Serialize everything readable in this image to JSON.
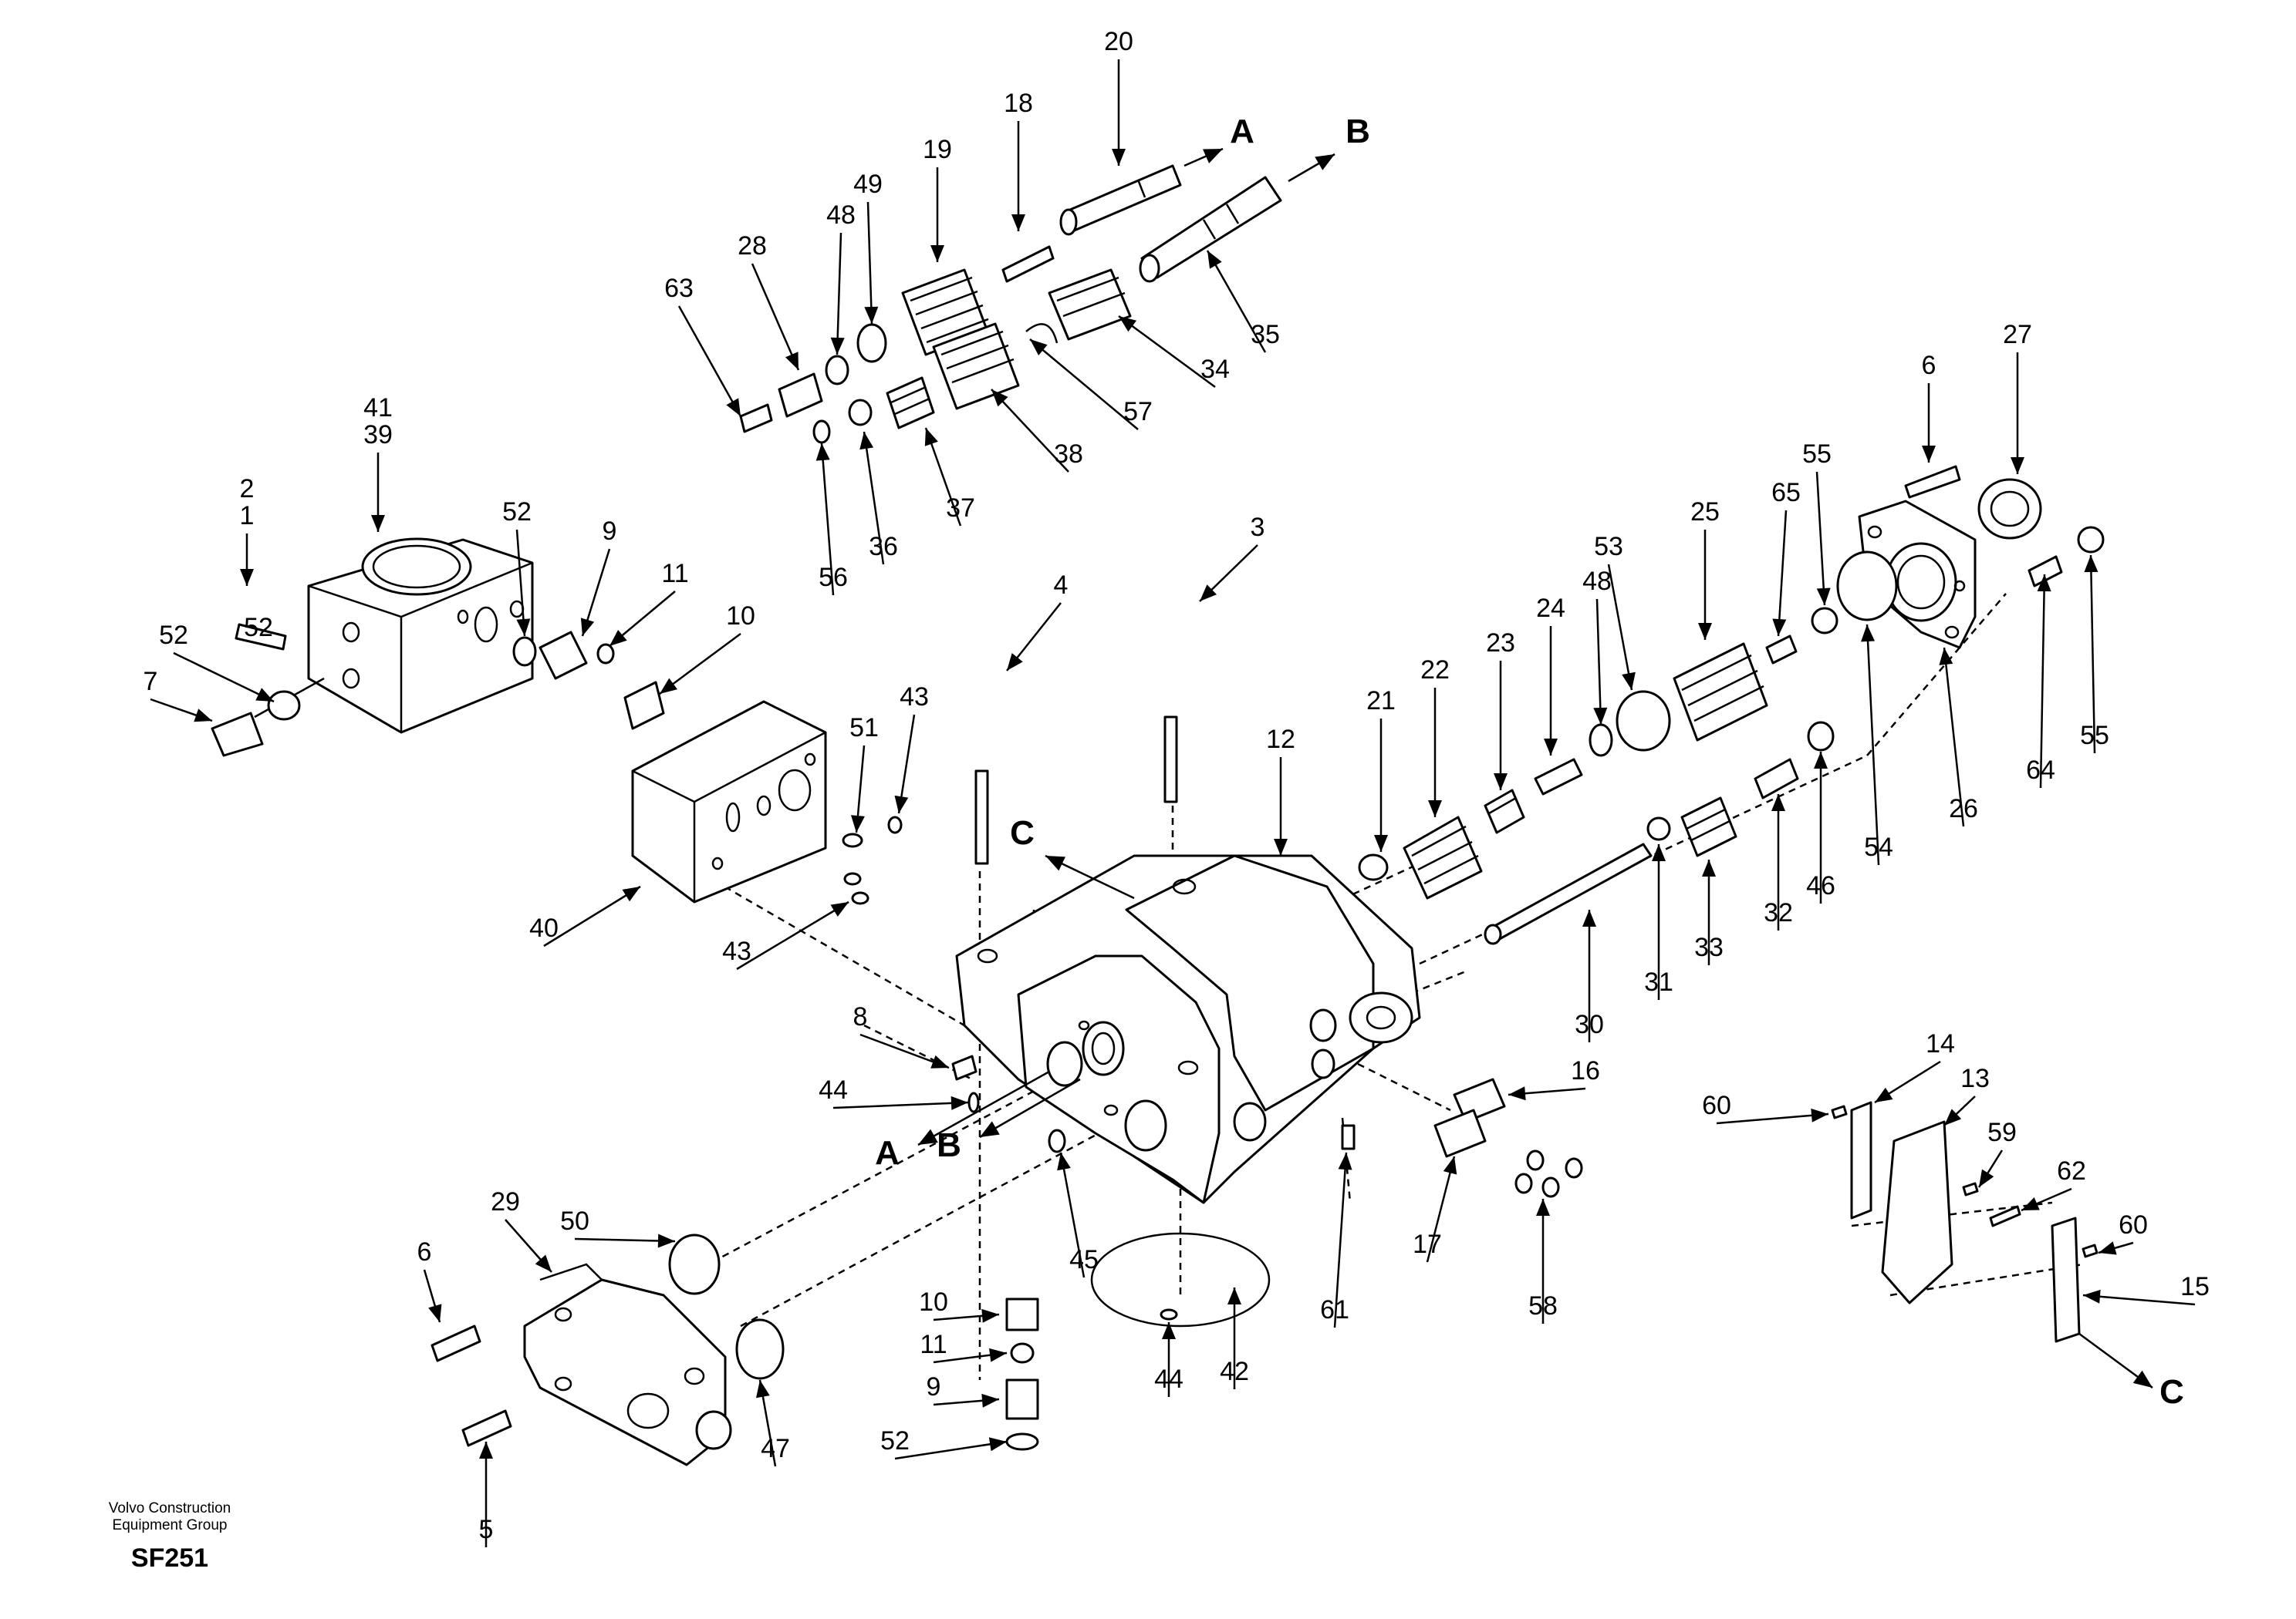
{
  "callouts": [
    {
      "label": "1"
    },
    {
      "label": "2"
    },
    {
      "label": "3"
    },
    {
      "label": "4"
    },
    {
      "label": "5"
    },
    {
      "label": "6"
    },
    {
      "label": "6"
    },
    {
      "label": "7"
    },
    {
      "label": "8"
    },
    {
      "label": "9"
    },
    {
      "label": "9"
    },
    {
      "label": "10"
    },
    {
      "label": "10"
    },
    {
      "label": "11"
    },
    {
      "label": "11"
    },
    {
      "label": "12"
    },
    {
      "label": "13"
    },
    {
      "label": "14"
    },
    {
      "label": "15"
    },
    {
      "label": "16"
    },
    {
      "label": "17"
    },
    {
      "label": "18"
    },
    {
      "label": "19"
    },
    {
      "label": "20"
    },
    {
      "label": "21"
    },
    {
      "label": "22"
    },
    {
      "label": "23"
    },
    {
      "label": "24"
    },
    {
      "label": "25"
    },
    {
      "label": "26"
    },
    {
      "label": "27"
    },
    {
      "label": "28"
    },
    {
      "label": "29"
    },
    {
      "label": "30"
    },
    {
      "label": "31"
    },
    {
      "label": "32"
    },
    {
      "label": "33"
    },
    {
      "label": "34"
    },
    {
      "label": "35"
    },
    {
      "label": "36"
    },
    {
      "label": "37"
    },
    {
      "label": "38"
    },
    {
      "label": "39"
    },
    {
      "label": "40"
    },
    {
      "label": "41"
    },
    {
      "label": "42"
    },
    {
      "label": "43"
    },
    {
      "label": "43"
    },
    {
      "label": "44"
    },
    {
      "label": "44"
    },
    {
      "label": "45"
    },
    {
      "label": "46"
    },
    {
      "label": "47"
    },
    {
      "label": "48"
    },
    {
      "label": "48"
    },
    {
      "label": "49"
    },
    {
      "label": "50"
    },
    {
      "label": "51"
    },
    {
      "label": "52"
    },
    {
      "label": "52"
    },
    {
      "label": "52"
    },
    {
      "label": "52"
    },
    {
      "label": "53"
    },
    {
      "label": "54"
    },
    {
      "label": "55"
    },
    {
      "label": "55"
    },
    {
      "label": "56"
    },
    {
      "label": "57"
    },
    {
      "label": "58"
    },
    {
      "label": "59"
    },
    {
      "label": "60"
    },
    {
      "label": "60"
    },
    {
      "label": "61"
    },
    {
      "label": "62"
    },
    {
      "label": "63"
    },
    {
      "label": "64"
    },
    {
      "label": "65"
    }
  ],
  "section_markers": [
    {
      "label": "A"
    },
    {
      "label": "B"
    },
    {
      "label": "A"
    },
    {
      "label": "B"
    },
    {
      "label": "C"
    },
    {
      "label": "C"
    }
  ],
  "footer": {
    "company_line1": "Volvo Construction",
    "company_line2": "Equipment Group",
    "drawing_code": "SF251"
  }
}
